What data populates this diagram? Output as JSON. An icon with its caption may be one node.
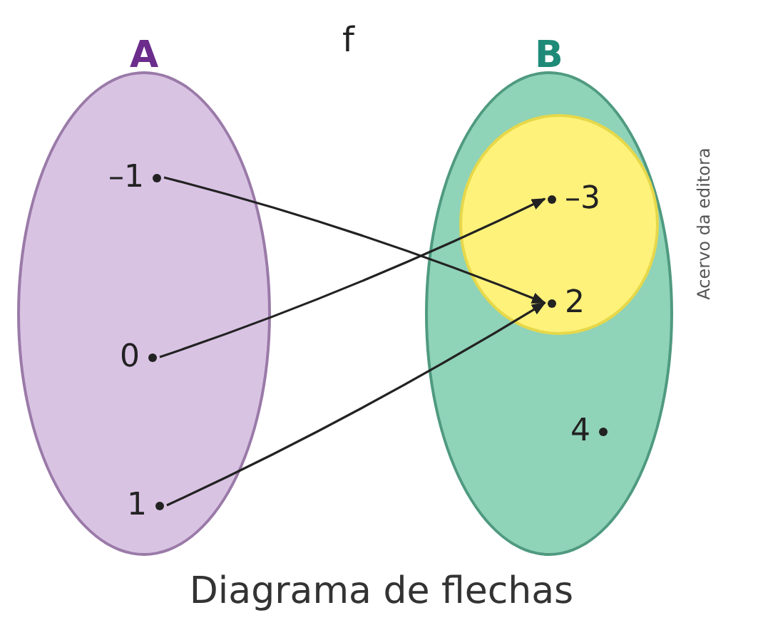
{
  "diagram": {
    "caption": "Diagrama de flechas",
    "nodes": [
      {
        "text": [
          "A"
        ]
      },
      {
        "text": [
          "–1"
        ],
        "in": 0
      },
      {
        "text": [
          "0"
        ],
        "in": 0
      },
      {
        "text": [
          "1"
        ],
        "in": 0
      },
      {
        "text": [
          "B"
        ]
      },
      {
        "text": [],
        "shape": "circle",
        "in": 4
      },
      {
        "text": [
          "–3"
        ],
        "in": 5
      },
      {
        "text": [
          "2"
        ],
        "in": 5
      },
      {
        "text": [
          "4"
        ],
        "in": 4
      }
    ],
    "edges": [
      {
        "from": 1,
        "to": 7,
        "arrow": "to"
      },
      {
        "from": 2,
        "to": 6,
        "arrow": "to"
      },
      {
        "from": 3,
        "to": 7,
        "arrow": "to"
      }
    ],
    "labels": [
      "f",
      "Acervo da editora"
    ]
  }
}
